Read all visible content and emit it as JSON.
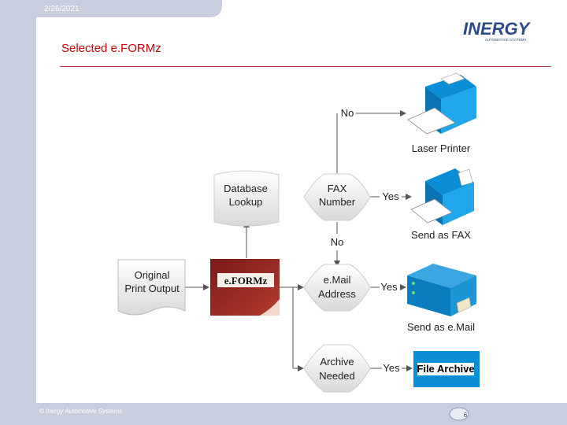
{
  "header": {
    "date": "2/26/2021",
    "title": "Selected e.FORMz",
    "logo_text": "INERGY",
    "logo_sub": "AUTOMOTIVE SYSTEMS"
  },
  "footer": {
    "copyright": "© Inergy Automotive Systems",
    "page_badge": "6"
  },
  "diagram": {
    "nodes": {
      "original": "Original\nPrint Output",
      "eformz": "e.FORMz",
      "database": "Database\nLookup",
      "fax_decision": "FAX\nNumber",
      "email_decision": "e.Mail\nAddress",
      "archive_decision": "Archive\nNeeded",
      "laser_printer": "Laser Printer",
      "send_fax": "Send as FAX",
      "send_email": "Send as e.Mail",
      "file_archive": "File Archive"
    },
    "edges": {
      "no_top": "No",
      "no_middle": "No",
      "yes_fax": "Yes",
      "yes_email": "Yes",
      "yes_archive": "Yes"
    }
  }
}
